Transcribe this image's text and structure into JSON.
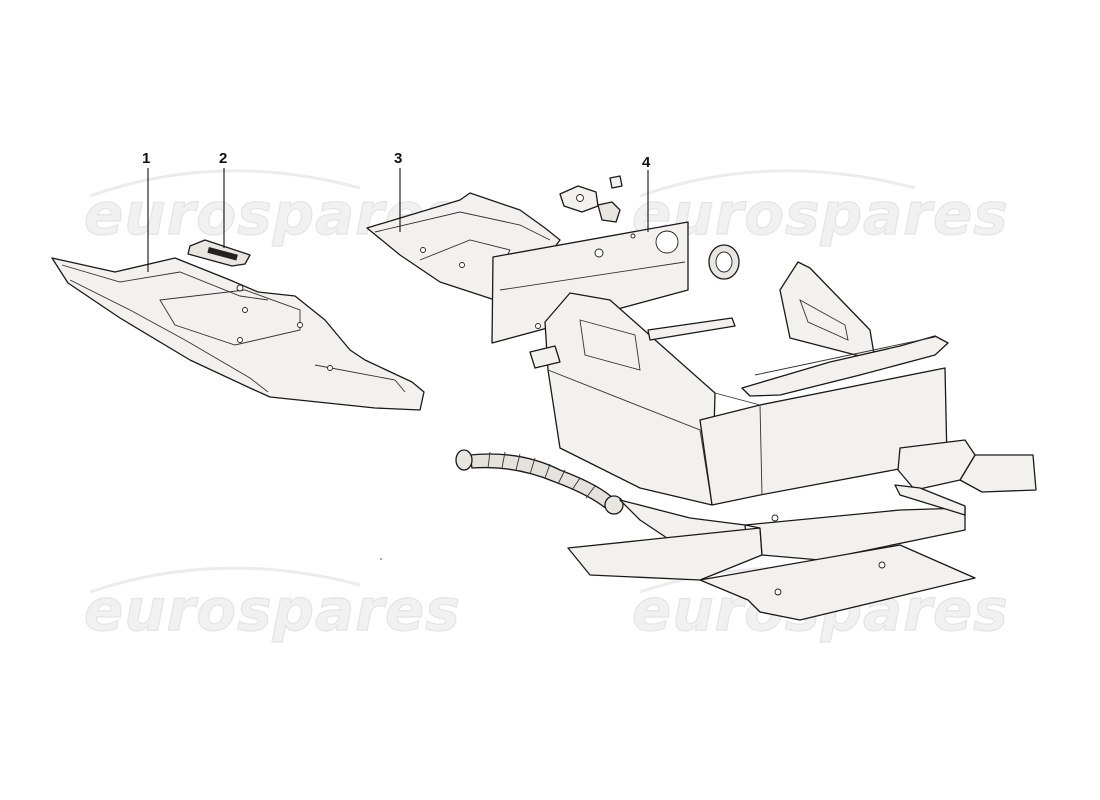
{
  "watermark": {
    "text": "eurospares",
    "color": "#e6e6e6"
  },
  "callouts": [
    {
      "id": "1",
      "label": "1"
    },
    {
      "id": "2",
      "label": "2"
    },
    {
      "id": "3",
      "label": "3"
    },
    {
      "id": "4",
      "label": "4"
    }
  ],
  "colors": {
    "line": "#1a1a1a",
    "part_fill": "#f3f1ee",
    "background": "#ffffff"
  }
}
